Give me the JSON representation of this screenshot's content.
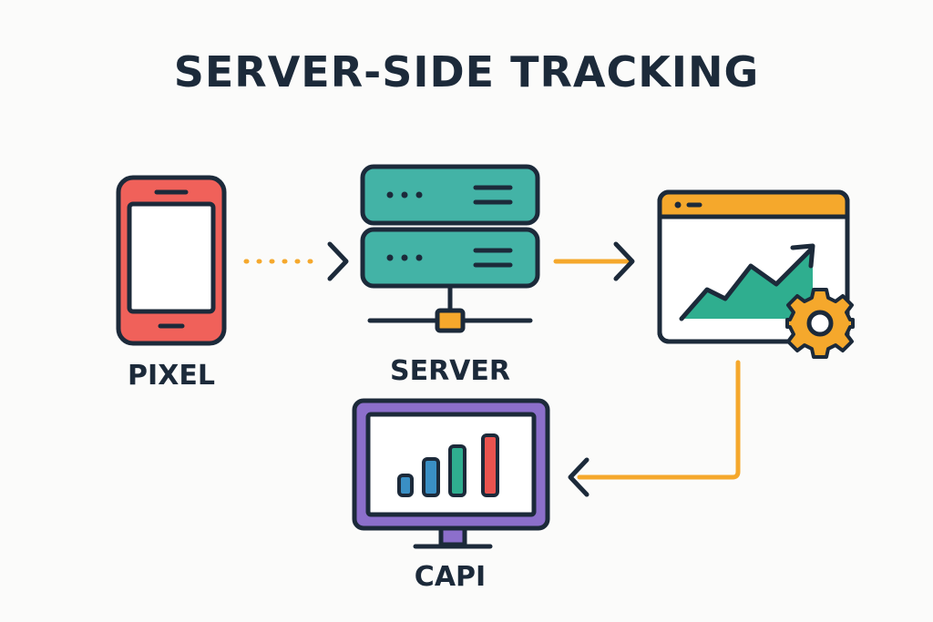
{
  "title": "SERVER-SIDE TRACKING",
  "nodes": {
    "pixel": {
      "label": "PIXEL",
      "icon": "smartphone-icon"
    },
    "server": {
      "label": "SERVER",
      "icon": "server-rack-icon"
    },
    "analytics": {
      "label": "",
      "icon": "browser-analytics-gear-icon"
    },
    "capi": {
      "label": "CAPI",
      "icon": "monitor-bar-chart-icon"
    }
  },
  "colors": {
    "outline": "#1c2a3a",
    "phone": "#f0615a",
    "server": "#43b3a6",
    "accent": "#f5a82c",
    "monitor": "#8c6fcb",
    "chart_green": "#2fae8f",
    "chart_blue": "#3a8fc4",
    "chart_red": "#e9534f",
    "background": "#fbfbfa"
  }
}
